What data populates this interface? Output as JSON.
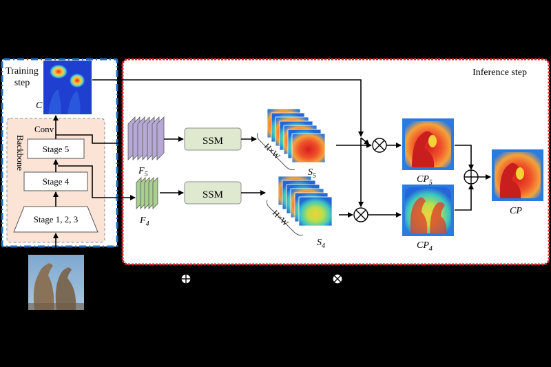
{
  "training": {
    "title_line1": "Training",
    "title_line2": "step",
    "cam_label": "C",
    "conv_label": "Conv",
    "backbone_label": "Backbone"
  },
  "backbone": {
    "stage5": "Stage 5",
    "stage4": "Stage 4",
    "stage123": "Stage 1, 2, 3"
  },
  "inference": {
    "title": "Inference step",
    "f5_label": "F",
    "f5_sub": "5",
    "f4_label": "F",
    "f4_sub": "4",
    "ssm_top": "SSM",
    "ssm_bottom": "SSM",
    "hw_top": "H×W",
    "hw_bottom": "H×W",
    "s5_label": "S",
    "s5_sub": "5",
    "s4_label": "S",
    "s4_sub": "4",
    "cp5_label": "CP",
    "cp5_sub": "5",
    "cp4_label": "CP",
    "cp4_sub": "4",
    "cp_label": "CP"
  },
  "legend": {
    "plus_symbol": "⊕",
    "times_symbol": "⊗"
  },
  "colors": {
    "background": "#000000",
    "training_border": "#1f6fc4",
    "inference_border": "#e0262b",
    "backbone_fill": "#fbe3d6",
    "ssm_fill": "#dfe9cf",
    "f5_fill": "#b7a9d6",
    "f4_fill": "#a9d08e"
  }
}
